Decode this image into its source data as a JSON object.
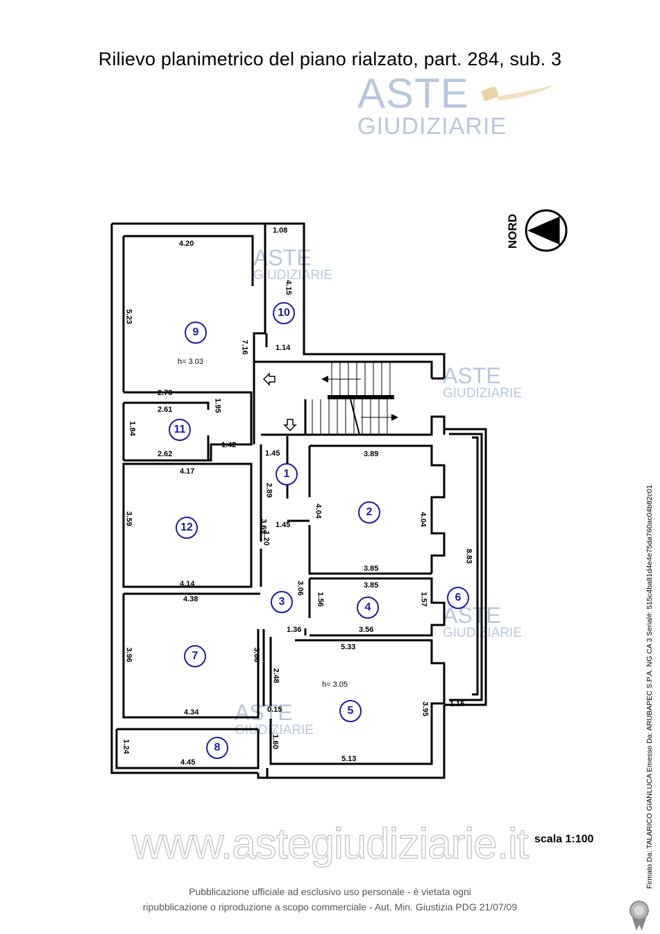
{
  "title": "Rilievo planimetrico del piano rialzato, part. 284, sub. 3",
  "watermark": {
    "line1": "ASTE",
    "line2": "GIUDIZIARIE"
  },
  "north_label": "NORD",
  "rooms": [
    "1",
    "2",
    "3",
    "4",
    "5",
    "6",
    "7",
    "8",
    "9",
    "10",
    "11",
    "12"
  ],
  "heights": {
    "room9": "h= 3.03",
    "room5": "h= 3.05"
  },
  "dimensions": {
    "d_420": "4.20",
    "d_108": "1.08",
    "d_415": "4.15",
    "d_523": "5.23",
    "d_716": "7.16",
    "d_114": "1.14",
    "d_273": "2.73",
    "d_261": "2.61",
    "d_195": "1.95",
    "d_184": "1.84",
    "d_142": "1.42",
    "d_262": "2.62",
    "d_145a": "1.45",
    "d_389": "3.89",
    "d_417": "4.17",
    "d_289": "2.89",
    "d_359": "3.59",
    "d_369": "3.69",
    "d_404a": "4.04",
    "d_404b": "4.04",
    "d_145b": "1.45",
    "d_120": "1.20",
    "d_385a": "3.85",
    "d_414": "4.14",
    "d_306": "3.06",
    "d_385b": "3.85",
    "d_156": "1.56",
    "d_157": "1.57",
    "d_883": "8.83",
    "d_438": "4.38",
    "d_136": "1.36",
    "d_356": "3.56",
    "d_533": "5.33",
    "d_396": "3.96",
    "d_366": "3.66",
    "d_248": "2.48",
    "d_015": "0.15",
    "d_434": "4.34",
    "d_395": "3.95",
    "d_115": "1.15",
    "d_124": "1.24",
    "d_160": "1.60",
    "d_445": "4.45",
    "d_513": "5.13"
  },
  "website": "www.astegiudiziarie.it",
  "scale": "scala 1:100",
  "footer_line1": "Pubblicazione ufficiale ad esclusivo uso personale - è vietata ogni",
  "footer_line2": "ripubblicazione o riproduzione a scopo commerciale - Aut. Min. Giustizia PDG 21/07/09",
  "signature": "Firmato Da: TALARICO GIANLUCA Emesso Da: ARUBAPEC S.P.A. NG CA 3 Serial#: 515c4ba81d4e4e75da760ac04b82c01",
  "colors": {
    "room_marker": "#1a1aa5",
    "watermark": "#b9c6e0"
  }
}
